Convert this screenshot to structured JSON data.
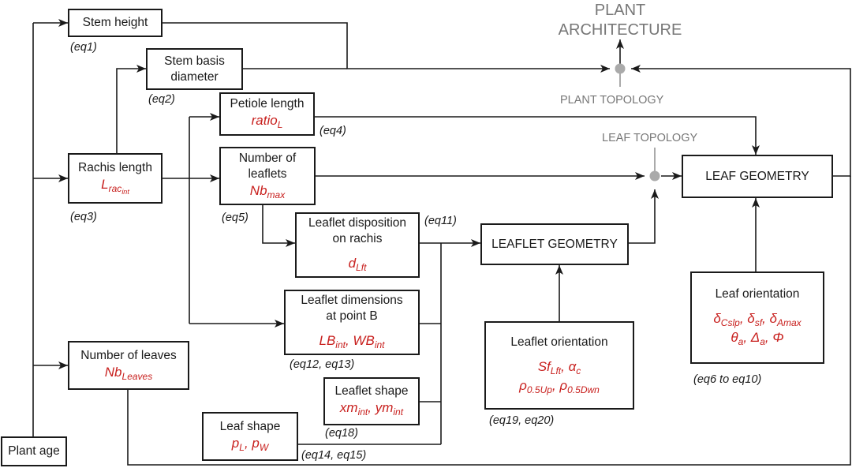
{
  "colors": {
    "line": "#1a1a1a",
    "accent_red": "#c8201e",
    "topology_gray": "#777777"
  },
  "labels": {
    "plant_architecture_1": "PLANT",
    "plant_architecture_2": "ARCHITECTURE",
    "plant_topology": "PLANT TOPOLOGY",
    "leaf_topology": "LEAF TOPOLOGY"
  },
  "boxes": {
    "stem_height": {
      "title": "Stem height"
    },
    "stem_basis_diameter": {
      "line1": "Stem basis",
      "line2": "diameter"
    },
    "petiole_length": {
      "title": "Petiole length",
      "var": "ratio",
      "var_sub": "L"
    },
    "number_of_leaflets": {
      "line1": "Number of",
      "line2": "leaflets",
      "var": "Nb",
      "var_sub": "max"
    },
    "rachis_length": {
      "title": "Rachis length",
      "var": "L",
      "var_sub": "rac",
      "var_subsub": "int"
    },
    "leaflet_disposition": {
      "line1": "Leaflet disposition",
      "line2": "on rachis",
      "var": "d",
      "var_sub": "Lft"
    },
    "leaflet_dimensions": {
      "line1": "Leaflet dimensions",
      "line2": "at point B",
      "var1": "LB",
      "var1_sub": "int",
      "sep": ", ",
      "var2": "WB",
      "var2_sub": "int"
    },
    "number_of_leaves": {
      "title": "Number of leaves",
      "var": "Nb",
      "var_sub": "Leaves"
    },
    "leaflet_shape": {
      "title": "Leaflet shape",
      "var1": "xm",
      "var1_sub": "int",
      "sep": ", ",
      "var2": "ym",
      "var2_sub": "int"
    },
    "leaf_shape": {
      "title": "Leaf shape",
      "var1": "p",
      "var1_sub": "L",
      "sep": ", ",
      "var2": "p",
      "var2_sub": "W"
    },
    "plant_age": {
      "title": "Plant age"
    },
    "leaflet_geometry": {
      "title": "LEAFLET GEOMETRY"
    },
    "leaf_geometry": {
      "title": "LEAF GEOMETRY"
    },
    "leaflet_orientation": {
      "title": "Leaflet orientation",
      "l1_a": "Sf",
      "l1_a_sub": "Lft",
      "l1_sep": ", ",
      "l1_b": "α",
      "l1_b_sub": "c",
      "l2_a": "ρ",
      "l2_a_sub": "0.5Up",
      "l2_sep": ", ",
      "l2_b": "ρ",
      "l2_b_sub": "0.5Dwn"
    },
    "leaf_orientation": {
      "title": "Leaf orientation",
      "l1_a": "δ",
      "l1_a_sub": "Cslp",
      "l1_sep1": ", ",
      "l1_b": "δ",
      "l1_b_sub": "sf",
      "l1_sep2": ", ",
      "l1_c": "δ",
      "l1_c_sub": "Amax",
      "l2_a": "θ",
      "l2_a_sub": "a",
      "l2_sep1": ", ",
      "l2_b": "Δ",
      "l2_b_sub": "a",
      "l2_sep2": ", ",
      "l2_c": "Φ"
    }
  },
  "equations": {
    "eq1": "(eq1)",
    "eq2": "(eq2)",
    "eq3": "(eq3)",
    "eq4": "(eq4)",
    "eq5": "(eq5)",
    "eq11": "(eq11)",
    "eq12_13": "(eq12, eq13)",
    "eq18": "(eq18)",
    "eq14_15": "(eq14, eq15)",
    "eq19_20": "(eq19, eq20)",
    "eq6_10": "(eq6 to eq10)"
  }
}
